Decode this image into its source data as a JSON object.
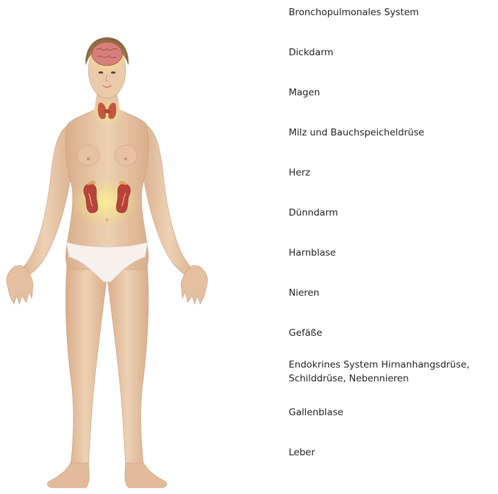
{
  "colors": {
    "background": "#ffffff",
    "text": "#222222",
    "skin": "#e9c8a9",
    "skin_shadow": "#c99a77",
    "highlight_glow": "#f6e27a",
    "organ_red": "#b8433a",
    "underwear": "#f7f1ee",
    "hair": "#8a6440"
  },
  "figure": {
    "highlighted_regions": [
      "brain-icon",
      "thyroid-icon",
      "kidneys-icon",
      "adrenal-glands-icon"
    ]
  },
  "organs": [
    {
      "label": "Bronchopulmonales System"
    },
    {
      "label": "Dickdarm"
    },
    {
      "label": "Magen"
    },
    {
      "label": "Milz und Bauchspeicheldrüse"
    },
    {
      "label": "Herz"
    },
    {
      "label": "Dünndarm"
    },
    {
      "label": "Harnblase"
    },
    {
      "label": "Nieren"
    },
    {
      "label": "Gefäße"
    },
    {
      "label_line1": "Endokrines System Hirnanhangsdrüse,",
      "label_line2": "Schilddrüse, Nebennieren"
    },
    {
      "label": "Gallenblase"
    },
    {
      "label": "Leber"
    }
  ]
}
